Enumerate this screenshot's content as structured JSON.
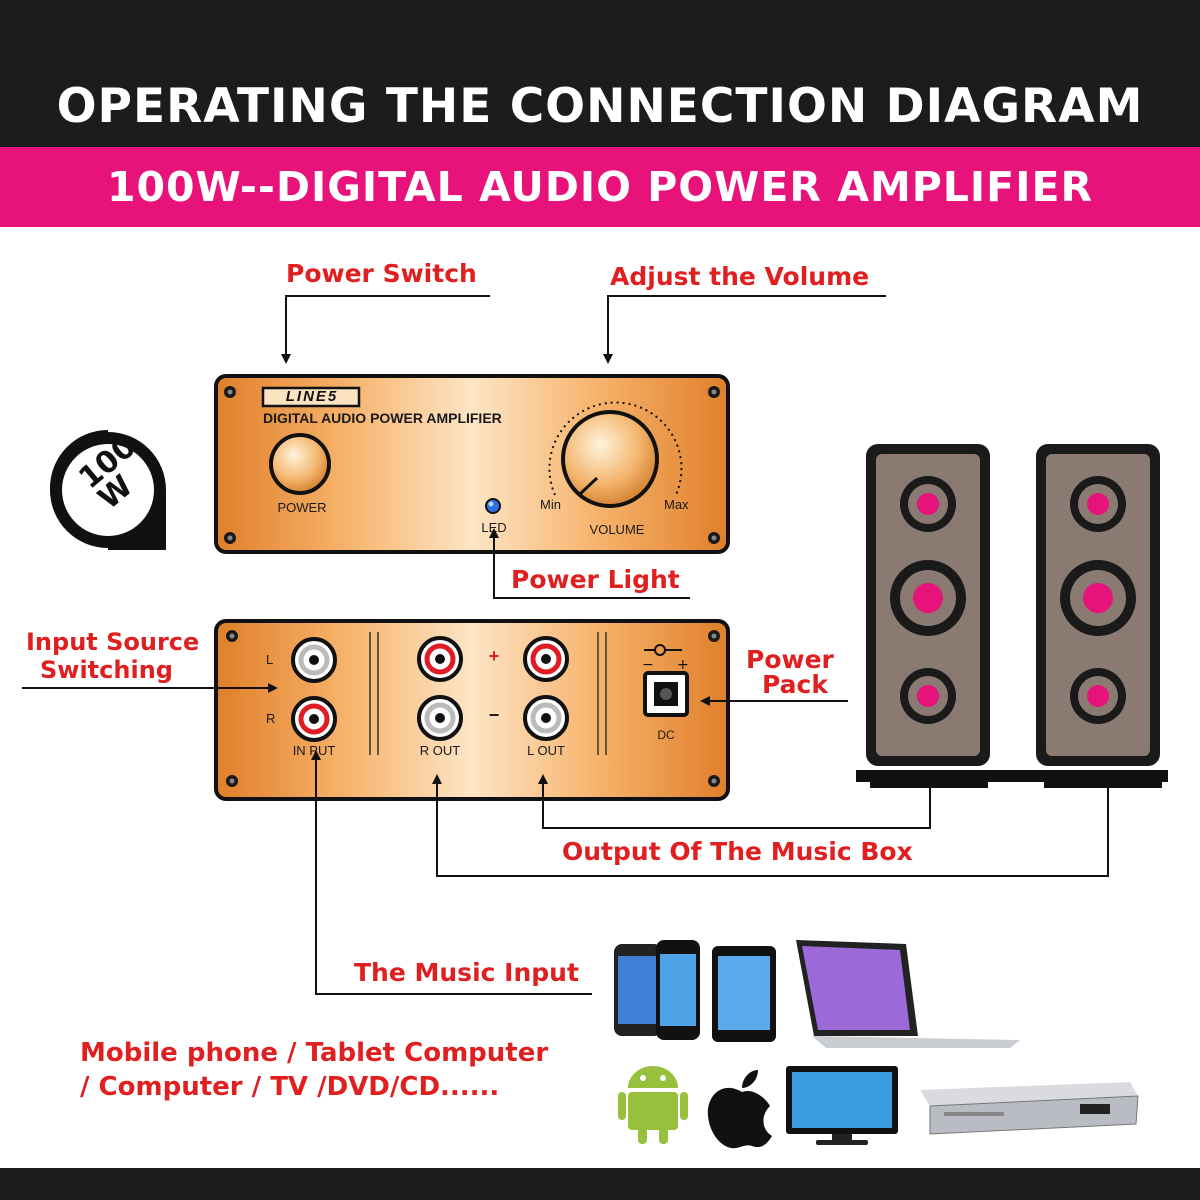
{
  "header": {
    "title": "OPERATING THE CONNECTION DIAGRAM",
    "subtitle": "100W--DIGITAL AUDIO POWER AMPLIFIER"
  },
  "badge": {
    "line1": "100",
    "line2": "W"
  },
  "front_panel": {
    "brand": "LINE5",
    "model": "DIGITAL AUDIO POWER AMPLIFIER",
    "power_label": "POWER",
    "led_label": "LED",
    "volume_label": "VOLUME",
    "min_label": "Min",
    "max_label": "Max"
  },
  "rear_panel": {
    "l_label": "L",
    "r_label": "R",
    "input_label": "IN PUT",
    "r_out_label": "R OUT",
    "l_out_label": "L OUT",
    "plus_label": "+",
    "minus_label": "−",
    "dc_label": "DC"
  },
  "callouts": {
    "power_switch": "Power Switch",
    "adjust_volume": "Adjust the Volume",
    "power_light": "Power Light",
    "input_source_1": "Input Source",
    "input_source_2": "Switching",
    "power_pack_1": "Power",
    "power_pack_2": "Pack",
    "output_music_box": "Output Of The Music Box",
    "music_input": "The Music Input"
  },
  "devices": {
    "line1": "Mobile phone / Tablet Computer",
    "line2": "/ Computer / TV /DVD/CD......"
  },
  "colors": {
    "accent_pink": "#e8137a",
    "callout_red": "#e02020",
    "panel_orange": "#f2a356",
    "speaker_body": "#8a7a72",
    "speaker_cone": "#e8137a"
  }
}
